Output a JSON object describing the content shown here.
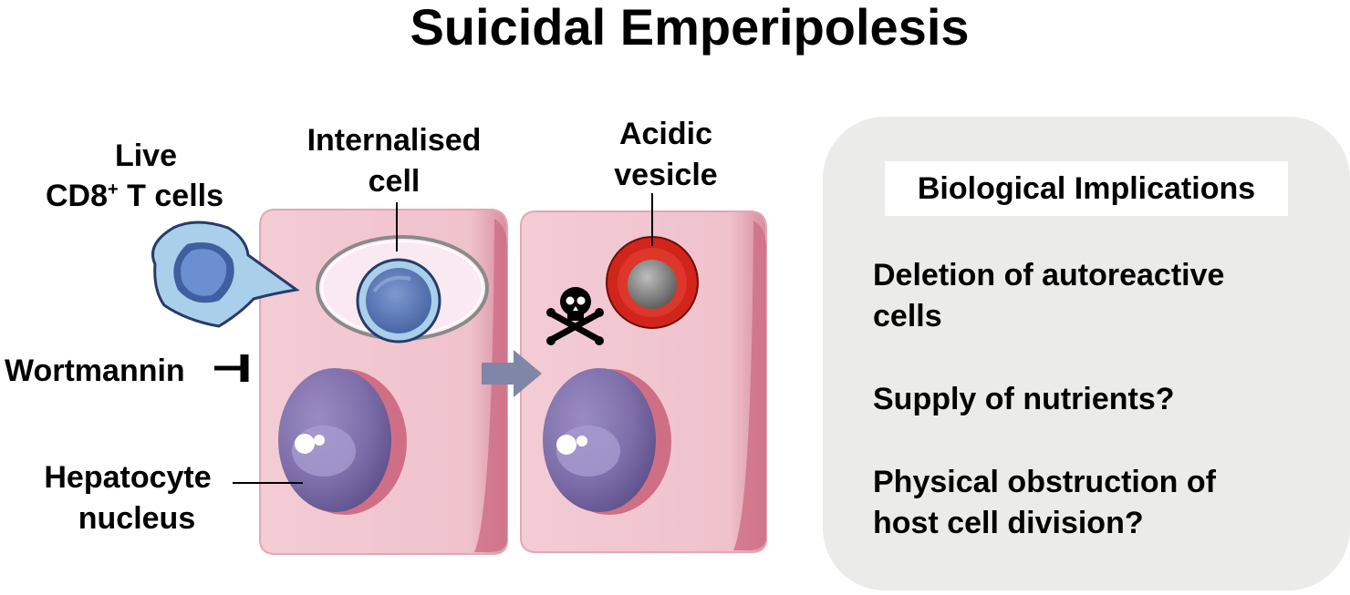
{
  "title": "Suicidal Emperipolesis",
  "labels": {
    "live_cells_line1": "Live",
    "live_cells_line2": "CD8",
    "live_cells_sup": "+",
    "live_cells_line2_rest": " T cells",
    "internalised_line1": "Internalised",
    "internalised_line2": "cell",
    "acidic_line1": "Acidic",
    "acidic_line2": "vesicle",
    "inhibitor": "Wortmannin",
    "nucleus_line1": "Hepatocyte",
    "nucleus_line2": "nucleus"
  },
  "panel": {
    "heading": "Biological Implications",
    "items": [
      {
        "line1": "Deletion of autoreactive",
        "line2": "cells"
      },
      {
        "line1": "Supply of nutrients?",
        "line2": ""
      },
      {
        "line1": "Physical obstruction of",
        "line2": "host cell division?"
      }
    ]
  },
  "colors": {
    "hepatocyte": "#efc2cc",
    "hepatocyte_edge": "#cf7188",
    "nucleus": "#7a6aa5",
    "tcell": "#a9cfea",
    "tcell_nucleus": "#5a7fbf",
    "vesicle": "#d1241a",
    "arrow": "#7f86a8",
    "panel": "#ebebea"
  }
}
